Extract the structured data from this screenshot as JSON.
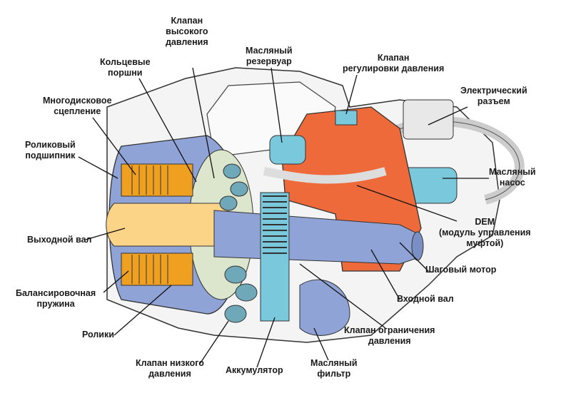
{
  "labels": {
    "high_pressure_valve": [
      "Клапан",
      "высокого",
      "давления"
    ],
    "ring_pistons": [
      "Кольцевые",
      "поршни"
    ],
    "oil_reservoir": [
      "Масляный",
      "резервуар"
    ],
    "pressure_control_valve": [
      "Клапан",
      "регулировки давления"
    ],
    "electrical_connector": [
      "Электрический",
      "разъем"
    ],
    "multi_plate_clutch": [
      "Многодисковое",
      "сцепление"
    ],
    "roller_bearing": [
      "Роликовый",
      "подшипник"
    ],
    "oil_pump": [
      "Масляный",
      "насос"
    ],
    "dem": [
      "DEM",
      "(модуль управления",
      "муфтой)"
    ],
    "output_shaft": [
      "Выходной вал"
    ],
    "stepper_motor": [
      "Шаговый мотор"
    ],
    "balance_spring": [
      "Балансировочная",
      "пружина"
    ],
    "input_shaft": [
      "Входной вал"
    ],
    "rollers": [
      "Ролики"
    ],
    "pressure_limit_valve": [
      "Клапан ограничения",
      "давления"
    ],
    "low_pressure_valve": [
      "Клапан низкого",
      "давления"
    ],
    "accumulator": [
      "Аккумулятор"
    ],
    "oil_filter": [
      "Масляный",
      "фильтр"
    ]
  },
  "colors": {
    "blue": "#8fa3d6",
    "orange": "#f0a020",
    "red_orange": "#ee6a3a",
    "teal": "#6cc4d4",
    "gray": "#e6e6e6"
  }
}
